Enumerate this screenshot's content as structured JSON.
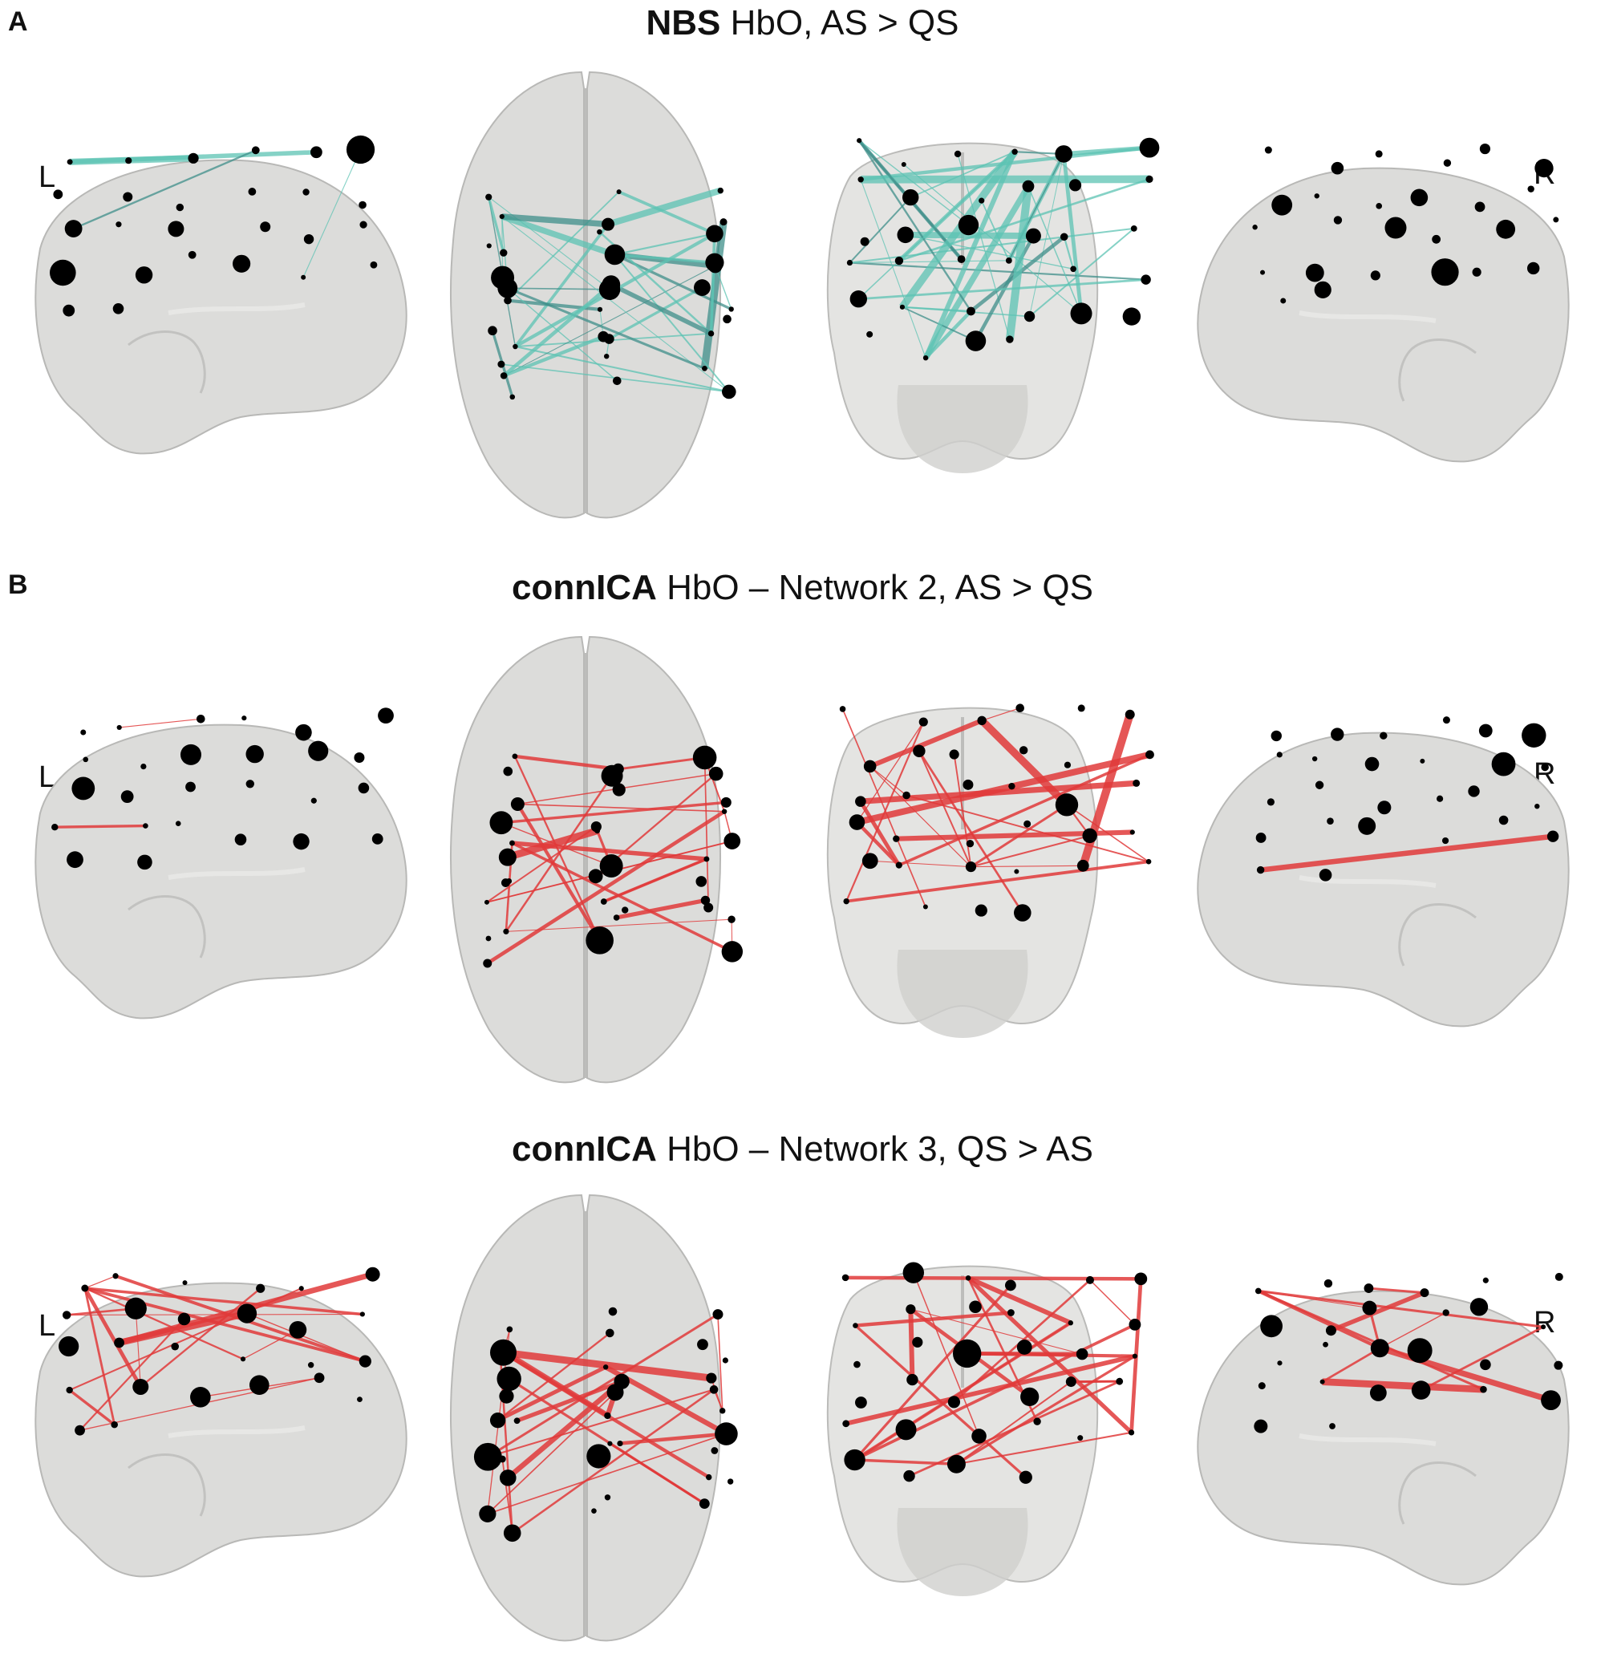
{
  "panels": [
    {
      "letter": "A",
      "title_bold": "NBS",
      "title_rest": " HbO, AS > QS",
      "left_label": "L",
      "right_label": "R"
    },
    {
      "letter": "B",
      "title_bold": "connICA",
      "title_rest": " HbO – Network 2, AS > QS",
      "left_label": "L",
      "right_label": "R"
    },
    {
      "letter": "",
      "title_bold": "connICA",
      "title_rest": " HbO  – Network 3, QS > AS",
      "left_label": "L",
      "right_label": "R"
    }
  ],
  "colors": {
    "nbs_edge": "#5cc3b3",
    "nbs_edge_dark": "#3f8f8a",
    "connica_edge": "#e03a3a",
    "node": "#000000",
    "brain_fill": "#dcdcda",
    "brain_stroke": "#b8b8b6"
  }
}
